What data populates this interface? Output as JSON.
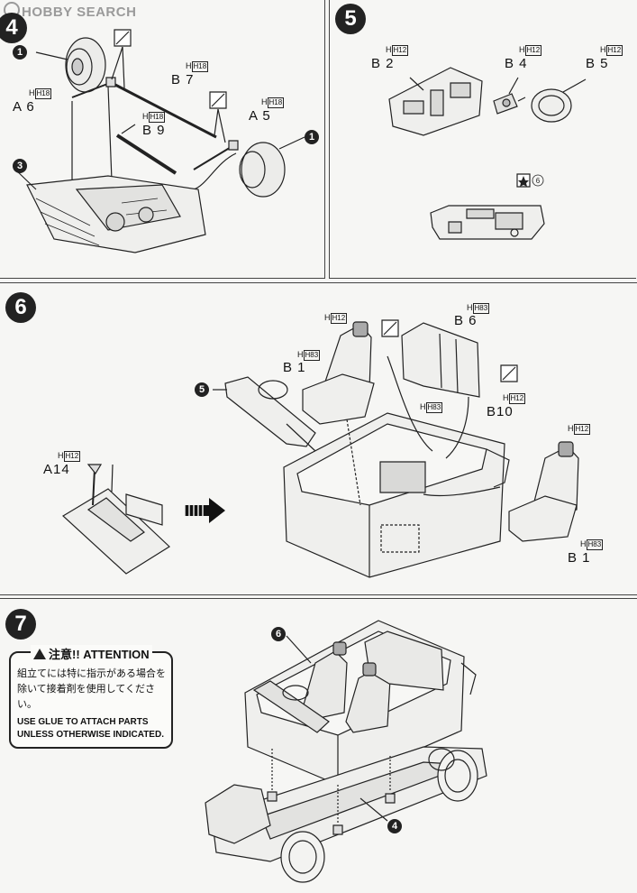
{
  "watermark": "HOBBY SEARCH",
  "steps": [
    {
      "number": "4",
      "parts": [
        {
          "code": "A 6",
          "tag": "H18"
        },
        {
          "code": "B 7",
          "tag": "H18"
        },
        {
          "code": "B 9",
          "tag": "H18"
        },
        {
          "code": "A 5",
          "tag": "H18"
        }
      ],
      "callouts": [
        "1",
        "3",
        "1"
      ]
    },
    {
      "number": "5",
      "parts": [
        {
          "code": "B 2",
          "tag": "H12"
        },
        {
          "code": "B 4",
          "tag": "H12"
        },
        {
          "code": "B 5",
          "tag": "H12"
        }
      ],
      "callouts": [
        "6"
      ]
    },
    {
      "number": "6",
      "parts": [
        {
          "code": "B 6",
          "tag": "H83"
        },
        {
          "code": "B 1",
          "tag": "H83"
        },
        {
          "code": "B10",
          "tag": "H12"
        },
        {
          "code": "A14",
          "tag": "H12"
        },
        {
          "code": "B 1",
          "tag": "H83"
        }
      ],
      "seat_tags": [
        "H12",
        "H12"
      ],
      "tub_tag": "H83",
      "callouts": [
        "5"
      ]
    },
    {
      "number": "7",
      "callouts": [
        "6",
        "4"
      ]
    }
  ],
  "attention": {
    "heading": "注意!! ATTENTION",
    "japanese": "組立てには特に指示がある場合を除いて接着剤を使用してください。",
    "english": "USE GLUE TO ATTACH PARTS UNLESS OTHERWISE INDICATED."
  }
}
